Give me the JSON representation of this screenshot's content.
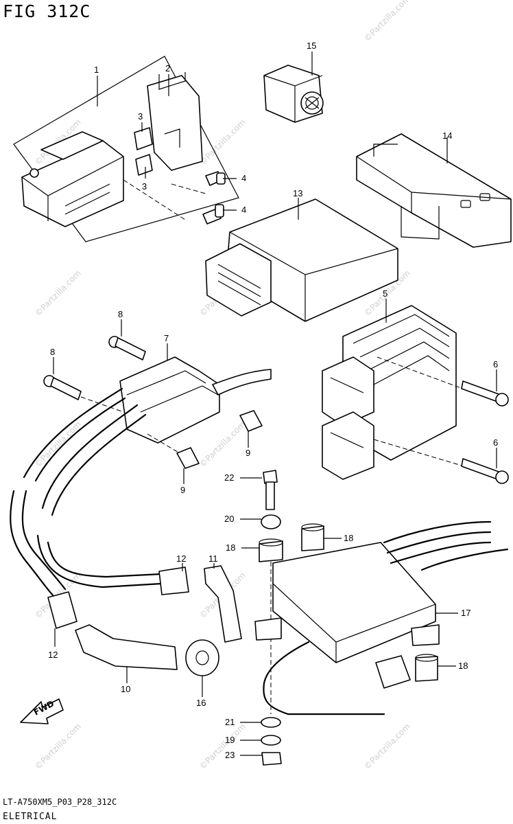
{
  "figure": {
    "title": "FIG 312C",
    "code": "LT-A750XM5_P03_P28_312C",
    "caption": "ELETRICAL",
    "fwd_label": "FWD",
    "watermark": "©Partzilla.com"
  },
  "callouts": {
    "c1": "1",
    "c2": "2",
    "c3a": "3",
    "c3b": "3",
    "c4a": "4",
    "c4b": "4",
    "c5": "5",
    "c6a": "6",
    "c6b": "6",
    "c7": "7",
    "c8a": "8",
    "c8b": "8",
    "c9a": "9",
    "c9b": "9",
    "c10": "10",
    "c11": "11",
    "c12a": "12",
    "c12b": "12",
    "c13": "13",
    "c14": "14",
    "c15": "15",
    "c16": "16",
    "c17": "17",
    "c18a": "18",
    "c18b": "18",
    "c18c": "18",
    "c19": "19",
    "c20": "20",
    "c21": "21",
    "c22": "22",
    "c23": "23"
  }
}
